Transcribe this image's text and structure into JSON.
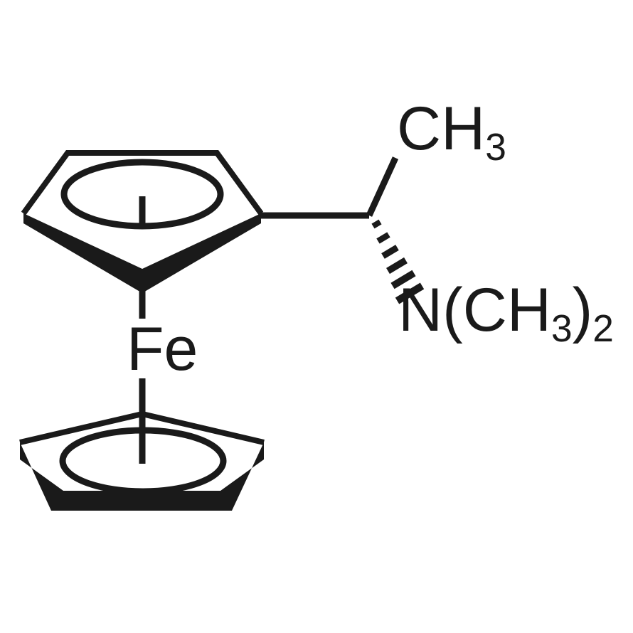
{
  "diagram": {
    "title": "N,N-Dimethyl-1-ferrocenylethylamine structural formula",
    "kind": "chemical-structure",
    "background_color": "#ffffff",
    "stroke_color": "#1a1a1a"
  },
  "labels": {
    "metal": "Fe",
    "methyl": "CH",
    "methyl_sub": "3",
    "amine_prefix": "N(CH",
    "amine_sub_1": "3",
    "amine_mid": ")",
    "amine_sub_2": "2"
  },
  "fragments": {
    "top_ring": {
      "name": "cyclopentadienyl-ring-top",
      "aromatic_circle": true,
      "wedge_filled": true
    },
    "bottom_ring": {
      "name": "cyclopentadienyl-ring-bottom",
      "aromatic_circle": true,
      "wedge_filled": true
    },
    "stereo_bond": {
      "name": "hashed-wedge-to-nitrogen",
      "style": "hashed",
      "dash_count": 6
    }
  }
}
